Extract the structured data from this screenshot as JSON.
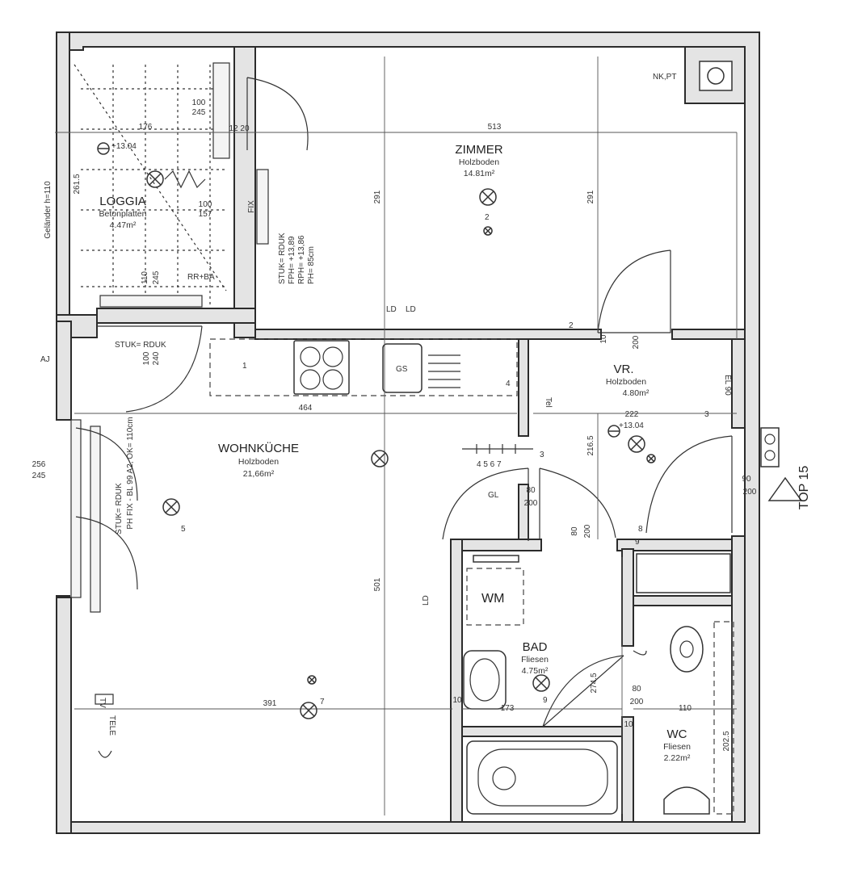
{
  "rooms": {
    "zimmer": {
      "name": "ZIMMER",
      "floor": "Holzboden",
      "area": "14.81m²"
    },
    "loggia": {
      "name": "LOGGIA",
      "floor": "Betonplatten",
      "area": "4.47m²"
    },
    "wohnkueche": {
      "name": "WOHNKÜCHE",
      "floor": "Holzboden",
      "area": "21,66m²"
    },
    "vr": {
      "name": "VR.",
      "floor": "Holzboden",
      "area": "4.80m²"
    },
    "bad": {
      "name": "BAD",
      "floor": "Fliesen",
      "area": "4.75m²"
    },
    "wc": {
      "name": "WC",
      "floor": "Fliesen",
      "area": "2.22m²"
    }
  },
  "dimensions": {
    "d176": "176",
    "d513": "513",
    "d291a": "291",
    "d291b": "291",
    "d2615": "261.5",
    "d110": "110",
    "d245v": "245",
    "d100_245_a": "100",
    "d100_245_b": "245",
    "d100_157_a": "100",
    "d100_157_b": "157",
    "d1220": "12 20",
    "d464": "464",
    "d501": "501",
    "d391": "391",
    "d256": "256",
    "d245": "245",
    "d222": "222",
    "d2165": "216.5",
    "d80_200_a": "80",
    "d80_200_b": "200",
    "d80_200_c": "80",
    "d80_200_d": "200",
    "d80_200_e": "80",
    "d80_200_f": "200",
    "d90": "90",
    "d200": "200",
    "d10_200_a": "10",
    "d10_200_b": "200",
    "d100_240_a": "100",
    "d100_240_b": "240",
    "d173": "173",
    "d2745": "274.5",
    "d110b": "110",
    "d2025": "202.5",
    "d10a": "10",
    "d10b": "10"
  },
  "labels": {
    "height_loggia": "+13.04",
    "height_vr": "+13.04",
    "nkpt": "NK,PT",
    "fix": "FIX",
    "rrba": "RR+BA",
    "stuk_rduk_top": "STUK= RDUK",
    "stuk_block1": "STUK= RDUK",
    "stuk_block2": "FPH= +13,89",
    "stuk_block3": "RPH= +13,86",
    "stuk_block4": "PH= 85cm",
    "stuk_left1": "STUK= RDUK",
    "stuk_left2": "PH FIX - BL 99 A2, OK= 110cm",
    "gelaender": "Geländer h=110",
    "aj": "AJ",
    "ld1": "LD",
    "ld2": "LD",
    "ld3": "LD",
    "gs": "GS",
    "gl": "GL",
    "wm": "WM",
    "tel": "Tel",
    "tv": "TV",
    "tele": "TELE",
    "el90": "EL 90",
    "top": "TOP 15",
    "n1": "1",
    "n2a": "2",
    "n2b": "2",
    "n3a": "3",
    "n3b": "3",
    "n4": "4",
    "n5": "5",
    "n4567": "4 5 6 7",
    "n7": "7",
    "n8": "8",
    "n9a": "9",
    "n9b": "9"
  }
}
